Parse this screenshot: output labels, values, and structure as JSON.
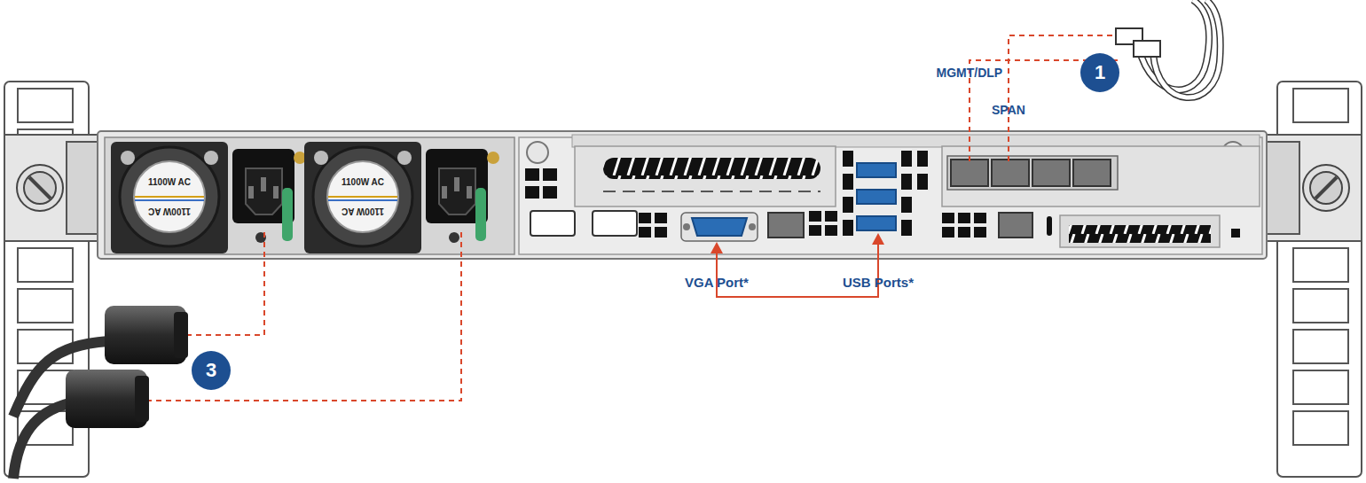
{
  "diagram": {
    "labels": [
      "1100W AC",
      "1100W AC",
      "1100W AC",
      "1100W AC",
      "MGMT/DLP",
      "SPAN",
      "1",
      "VGA Port*",
      "USB Ports*",
      "3"
    ]
  }
}
